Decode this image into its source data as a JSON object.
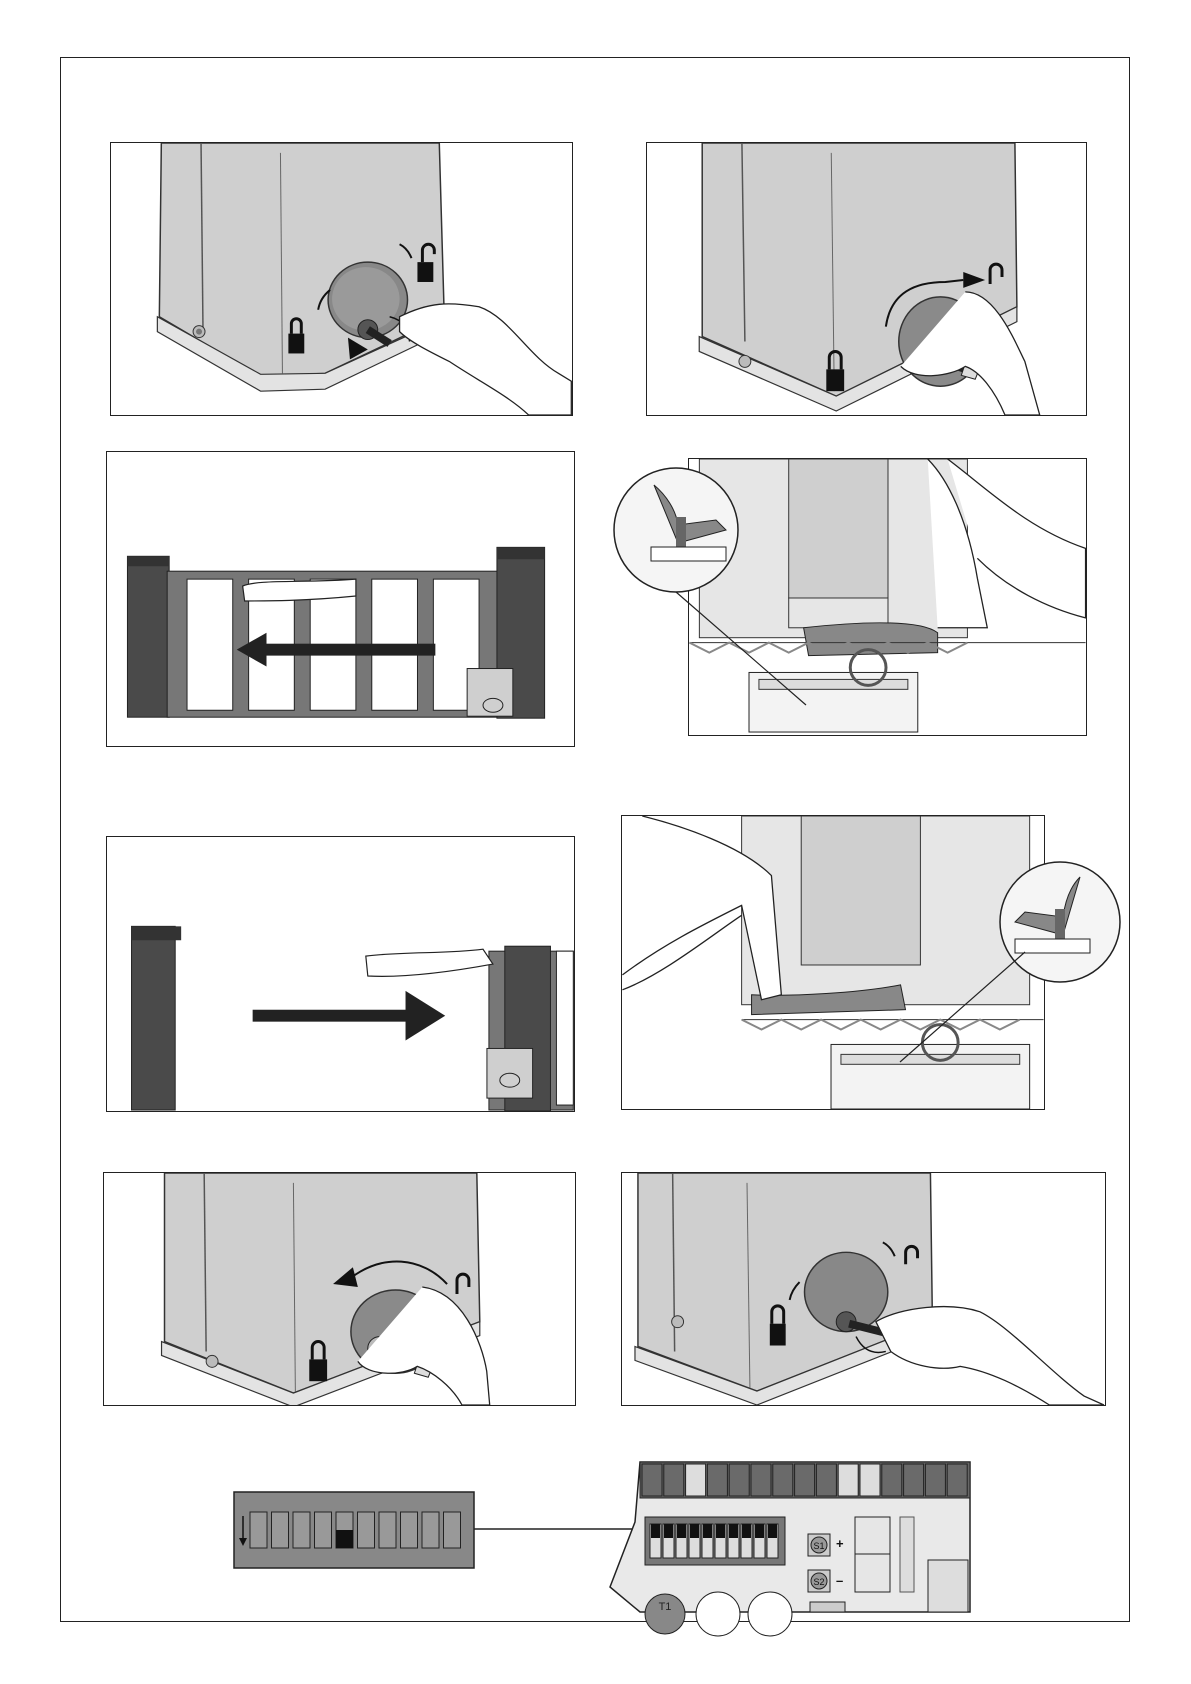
{
  "board": {
    "button_s1": "S1",
    "button_s2": "S2",
    "plus": "+",
    "minus": "–",
    "terminal": "T1"
  },
  "dip_switch": {
    "count": 10,
    "active_index": 4
  }
}
